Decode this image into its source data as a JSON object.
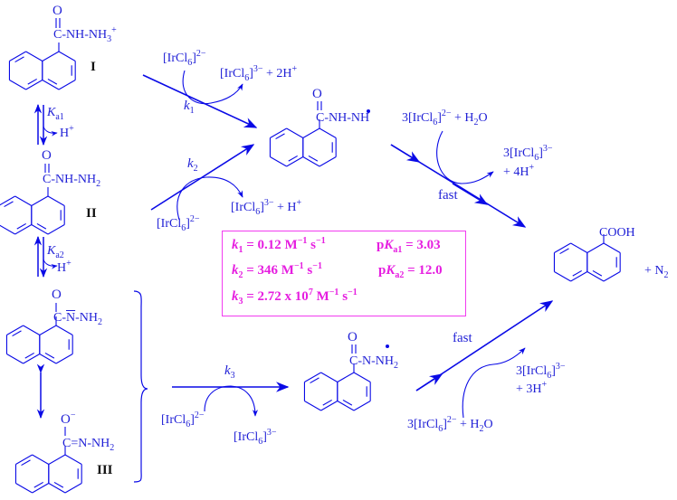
{
  "colors": {
    "ink": "#1f1fd6",
    "stroke": "#0a0ae6",
    "constants": "#e61ee0"
  },
  "compounds": {
    "I": {
      "oxygen": [
        {
          "t": "O"
        }
      ],
      "group": [
        {
          "t": "C-NH-NH"
        },
        {
          "t": "3",
          "v": "sub"
        },
        {
          "t": "+",
          "v": "sup"
        }
      ],
      "label": [
        {
          "t": "I"
        }
      ]
    },
    "II": {
      "oxygen": [
        {
          "t": "O"
        }
      ],
      "group": [
        {
          "t": "C-NH-NH"
        },
        {
          "t": "2",
          "v": "sub"
        }
      ],
      "label": [
        {
          "t": "II"
        }
      ]
    },
    "III_a": {
      "oxygen": [
        {
          "t": "O"
        }
      ],
      "group": [
        {
          "t": "C-"
        },
        {
          "t": "N",
          "v": "bar"
        },
        {
          "t": "-NH"
        },
        {
          "t": "2",
          "v": "sub"
        }
      ]
    },
    "III_b": {
      "oxygen": [
        {
          "t": "O"
        },
        {
          "t": "−",
          "v": "sup"
        }
      ],
      "group": [
        {
          "t": "C=N-NH"
        },
        {
          "t": "2",
          "v": "sub"
        }
      ],
      "label": [
        {
          "t": "III"
        }
      ]
    },
    "radical_1": {
      "oxygen": [
        {
          "t": "O"
        }
      ],
      "group": [
        {
          "t": "C-NH-"
        },
        {
          "t": "N",
          "v": "dot"
        },
        {
          "t": "H"
        }
      ]
    },
    "radical_2": {
      "oxygen": [
        {
          "t": "O"
        }
      ],
      "group": [
        {
          "t": "C-"
        },
        {
          "t": "N",
          "v": "dot"
        },
        {
          "t": "-NH"
        },
        {
          "t": "2",
          "v": "sub"
        }
      ]
    },
    "product": {
      "group": [
        {
          "t": "COOH"
        }
      ],
      "coproduct": [
        {
          "t": "+ N"
        },
        {
          "t": "2",
          "v": "sub"
        }
      ]
    }
  },
  "equilibria": {
    "ka1": [
      {
        "t": "K",
        "v": "it"
      },
      {
        "t": "a1",
        "v": "sub"
      }
    ],
    "ka1_proton": [
      {
        "t": "H"
      },
      {
        "t": "+",
        "v": "sup"
      }
    ],
    "ka2": [
      {
        "t": "K",
        "v": "it"
      },
      {
        "t": "a2",
        "v": "sub"
      }
    ],
    "ka2_proton": [
      {
        "t": "H"
      },
      {
        "t": "+",
        "v": "sup"
      }
    ]
  },
  "steps": {
    "k1": {
      "rate": [
        {
          "t": "k",
          "v": "it"
        },
        {
          "t": "1",
          "v": "sub"
        }
      ],
      "reagent": [
        {
          "t": "[IrCl"
        },
        {
          "t": "6",
          "v": "sub"
        },
        {
          "t": "]"
        },
        {
          "t": "2−",
          "v": "sup"
        }
      ],
      "products": [
        {
          "t": "[IrCl"
        },
        {
          "t": "6",
          "v": "sub"
        },
        {
          "t": "]"
        },
        {
          "t": "3−",
          "v": "sup"
        },
        {
          "t": " + 2H"
        },
        {
          "t": "+",
          "v": "sup"
        }
      ]
    },
    "k2": {
      "rate": [
        {
          "t": "k",
          "v": "it"
        },
        {
          "t": "2",
          "v": "sub"
        }
      ],
      "reagent": [
        {
          "t": "[IrCl"
        },
        {
          "t": "6",
          "v": "sub"
        },
        {
          "t": "]"
        },
        {
          "t": "2−",
          "v": "sup"
        }
      ],
      "products": [
        {
          "t": "[IrCl"
        },
        {
          "t": "6",
          "v": "sub"
        },
        {
          "t": "]"
        },
        {
          "t": "3−",
          "v": "sup"
        },
        {
          "t": " + H"
        },
        {
          "t": "+",
          "v": "sup"
        }
      ]
    },
    "k3": {
      "rate": [
        {
          "t": "k",
          "v": "it"
        },
        {
          "t": "3",
          "v": "sub"
        }
      ],
      "reagent": [
        {
          "t": "[IrCl"
        },
        {
          "t": "6",
          "v": "sub"
        },
        {
          "t": "]"
        },
        {
          "t": "2−",
          "v": "sup"
        }
      ],
      "products": [
        {
          "t": "[IrCl"
        },
        {
          "t": "6",
          "v": "sub"
        },
        {
          "t": "]"
        },
        {
          "t": "3−",
          "v": "sup"
        }
      ]
    },
    "fast_upper": {
      "rate": [
        {
          "t": "fast"
        }
      ],
      "reagent": [
        {
          "t": "3[IrCl"
        },
        {
          "t": "6",
          "v": "sub"
        },
        {
          "t": "]"
        },
        {
          "t": "2−",
          "v": "sup"
        },
        {
          "t": " + H"
        },
        {
          "t": "2",
          "v": "sub"
        },
        {
          "t": "O"
        }
      ],
      "products_1": [
        {
          "t": "3[IrCl"
        },
        {
          "t": "6",
          "v": "sub"
        },
        {
          "t": "]"
        },
        {
          "t": "3−",
          "v": "sup"
        }
      ],
      "products_2": [
        {
          "t": "+ 4H"
        },
        {
          "t": "+",
          "v": "sup"
        }
      ]
    },
    "fast_lower": {
      "rate": [
        {
          "t": "fast"
        }
      ],
      "reagent": [
        {
          "t": "3[IrCl"
        },
        {
          "t": "6",
          "v": "sub"
        },
        {
          "t": "]"
        },
        {
          "t": "2−",
          "v": "sup"
        },
        {
          "t": " + H"
        },
        {
          "t": "2",
          "v": "sub"
        },
        {
          "t": "O"
        }
      ],
      "products_1": [
        {
          "t": "3[IrCl"
        },
        {
          "t": "6",
          "v": "sub"
        },
        {
          "t": "]"
        },
        {
          "t": "3−",
          "v": "sup"
        }
      ],
      "products_2": [
        {
          "t": "+ 3H"
        },
        {
          "t": "+",
          "v": "sup"
        }
      ]
    }
  },
  "constants": {
    "k1": [
      {
        "t": "k",
        "v": "it"
      },
      {
        "t": "1",
        "v": "sub"
      },
      {
        "t": " = 0.12 M"
      },
      {
        "t": "−1",
        "v": "sup"
      },
      {
        "t": " s"
      },
      {
        "t": "−1",
        "v": "sup"
      }
    ],
    "k2": [
      {
        "t": "k",
        "v": "it"
      },
      {
        "t": "2",
        "v": "sub"
      },
      {
        "t": " = 346 M"
      },
      {
        "t": "−1",
        "v": "sup"
      },
      {
        "t": " s"
      },
      {
        "t": "−1",
        "v": "sup"
      }
    ],
    "k3": [
      {
        "t": "k",
        "v": "it"
      },
      {
        "t": "3",
        "v": "sub"
      },
      {
        "t": " = 2.72 x 10"
      },
      {
        "t": "7",
        "v": "sup"
      },
      {
        "t": " M"
      },
      {
        "t": "−1",
        "v": "sup"
      },
      {
        "t": " s"
      },
      {
        "t": "−1",
        "v": "sup"
      }
    ],
    "pka1": [
      {
        "t": "p"
      },
      {
        "t": "K",
        "v": "it"
      },
      {
        "t": "a1",
        "v": "sub"
      },
      {
        "t": " = 3.03"
      }
    ],
    "pka2": [
      {
        "t": "p"
      },
      {
        "t": "K",
        "v": "it"
      },
      {
        "t": "a2",
        "v": "sub"
      },
      {
        "t": " = 12.0"
      }
    ]
  }
}
